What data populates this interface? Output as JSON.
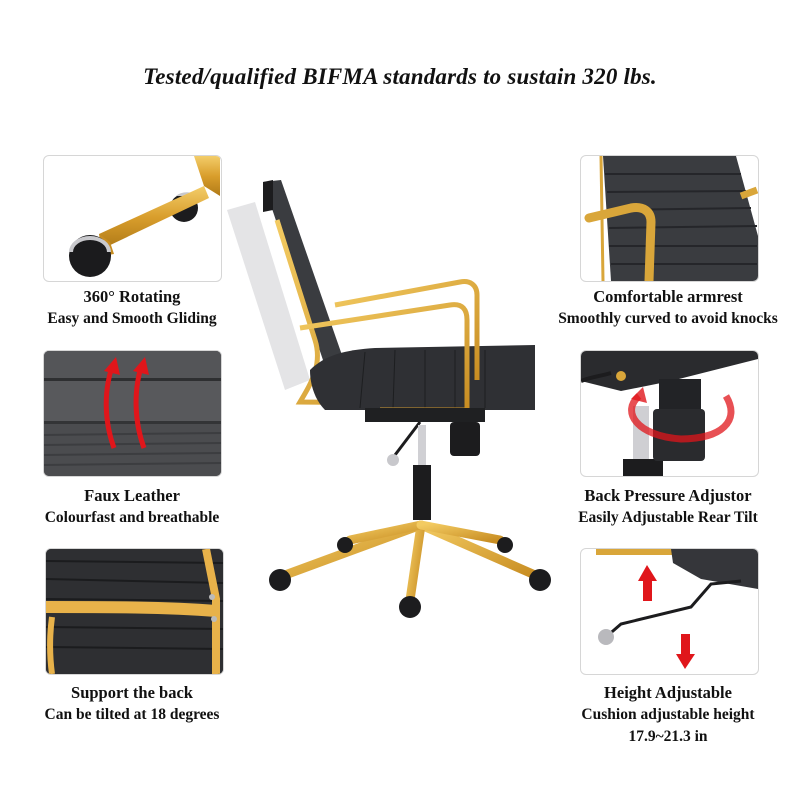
{
  "headline": "Tested/qualified BIFMA standards to sustain 320 lbs.",
  "features": [
    {
      "id": "rotating",
      "title": "360° Rotating",
      "subtitle": "Easy and Smooth Gliding",
      "icon": "caster-wheel-icon"
    },
    {
      "id": "faux-leather",
      "title": "Faux Leather",
      "subtitle": "Colourfast and breathable",
      "icon": "breathable-leather-icon"
    },
    {
      "id": "support-back",
      "title": "Support the back",
      "subtitle": "Can be tilted at 18 degrees",
      "icon": "backrest-frame-icon"
    },
    {
      "id": "armrest",
      "title": "Comfortable armrest",
      "subtitle": "Smoothly curved to avoid knocks",
      "icon": "armrest-icon"
    },
    {
      "id": "back-pressure",
      "title": "Back Pressure Adjustor",
      "subtitle": "Easily Adjustable Rear Tilt",
      "icon": "tilt-knob-icon"
    },
    {
      "id": "height",
      "title": "Height Adjustable",
      "subtitle": "Cushion adjustable height",
      "extra": "17.9~21.3 in",
      "icon": "height-lever-icon"
    }
  ],
  "colors": {
    "gold": "#d9a63a",
    "gold_light": "#f0c65e",
    "leather": "#3a3c40",
    "leather_dark": "#232427",
    "arrow_red": "#e0161b",
    "panel_border": "#d6d6d6"
  }
}
